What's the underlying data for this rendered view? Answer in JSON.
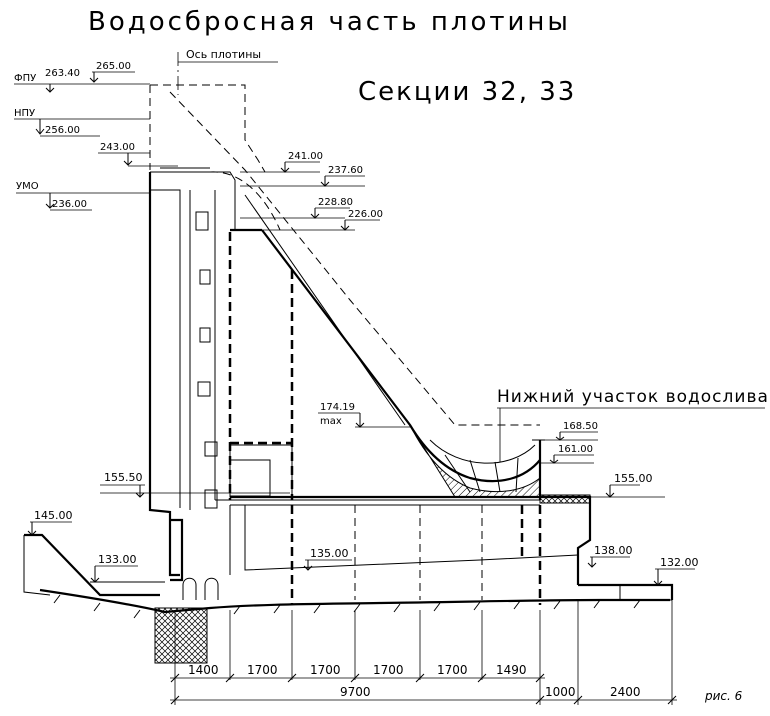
{
  "title": "Водосбросная часть плотины",
  "subtitle": "Секции 32, 33",
  "axis_label": "Ось плотины",
  "section_label": "Нижний участок водослива",
  "figure_label": "рис. 6",
  "levels": {
    "fpu_tag": "ФПУ",
    "fpu": "263.40",
    "top": "265.00",
    "npu_tag": "НПУ",
    "npu": "256.00",
    "l243": "243.00",
    "umo_tag": "УМО",
    "umo": "236.00",
    "l241": "241.00",
    "l237": "237.60",
    "l228": "228.80",
    "l226": "226.00",
    "l174": "174.19",
    "l174_note": "max",
    "l168": "168.50",
    "l161": "161.00",
    "l155_5": "155.50",
    "l155": "155.00",
    "l145": "145.00",
    "l133": "133.00",
    "l135": "135.00",
    "l138": "138.00",
    "l132": "132.00"
  },
  "dimensions": {
    "d1": "1400",
    "d2": "1700",
    "d3": "1700",
    "d4": "1700",
    "d5": "1700",
    "d6": "1490",
    "total": "9700",
    "d7": "1000",
    "d8": "2400"
  }
}
